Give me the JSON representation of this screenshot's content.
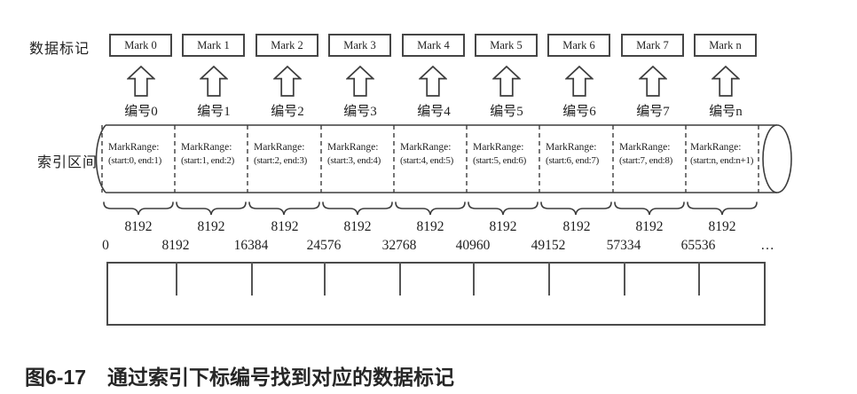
{
  "labels": {
    "marks_row": "数据标记",
    "index_row": "索引区间"
  },
  "marks": [
    {
      "box": "Mark 0",
      "number": "编号0",
      "range_line1": "MarkRange:",
      "range_line2": "(start:0, end:1)",
      "size": "8192"
    },
    {
      "box": "Mark 1",
      "number": "编号1",
      "range_line1": "MarkRange:",
      "range_line2": "(start:1, end:2)",
      "size": "8192"
    },
    {
      "box": "Mark 2",
      "number": "编号2",
      "range_line1": "MarkRange:",
      "range_line2": "(start:2, end:3)",
      "size": "8192"
    },
    {
      "box": "Mark 3",
      "number": "编号3",
      "range_line1": "MarkRange:",
      "range_line2": "(start:3, end:4)",
      "size": "8192"
    },
    {
      "box": "Mark 4",
      "number": "编号4",
      "range_line1": "MarkRange:",
      "range_line2": "(start:4, end:5)",
      "size": "8192"
    },
    {
      "box": "Mark 5",
      "number": "编号5",
      "range_line1": "MarkRange:",
      "range_line2": "(start:5, end:6)",
      "size": "8192"
    },
    {
      "box": "Mark 6",
      "number": "编号6",
      "range_line1": "MarkRange:",
      "range_line2": "(start:6, end:7)",
      "size": "8192"
    },
    {
      "box": "Mark 7",
      "number": "编号7",
      "range_line1": "MarkRange:",
      "range_line2": "(start:7, end:8)",
      "size": "8192"
    },
    {
      "box": "Mark n",
      "number": "编号n",
      "range_line1": "MarkRange:",
      "range_line2": "(start:n, end:n+1)",
      "size": "8192"
    }
  ],
  "axis": {
    "ticks": [
      "0",
      "8192",
      "16384",
      "24576",
      "32768",
      "40960",
      "49152",
      "57334",
      "65536"
    ],
    "ellipsis": "…"
  },
  "caption": {
    "number": "图6-17",
    "text": "通过索引下标编号找到对应的数据标记"
  }
}
